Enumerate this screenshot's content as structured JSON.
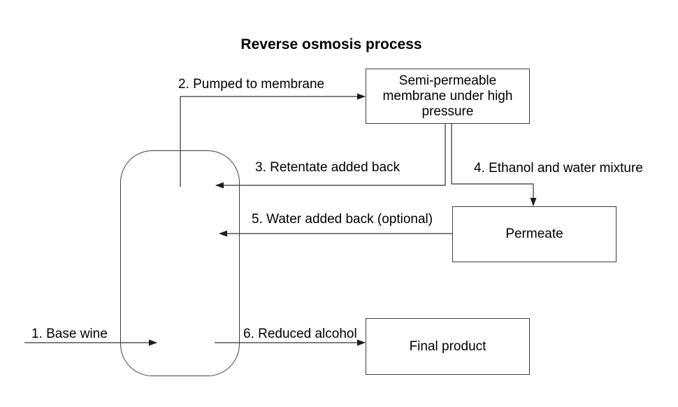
{
  "title": "Reverse osmosis process",
  "nodes": {
    "tank": {
      "label": "",
      "shape": "rounded-rectangle"
    },
    "membrane": {
      "label": "Semi-permeable\nmembrane under high\npressure",
      "shape": "rectangle"
    },
    "permeate": {
      "label": "Permeate",
      "shape": "rectangle"
    },
    "final_product": {
      "label": "Final product",
      "shape": "rectangle"
    }
  },
  "edges": [
    {
      "label": "1. Base wine",
      "from": "outside",
      "to": "tank"
    },
    {
      "label": "2. Pumped to membrane",
      "from": "tank",
      "to": "membrane"
    },
    {
      "label": "3. Retentate added back",
      "from": "membrane",
      "to": "tank"
    },
    {
      "label": "4. Ethanol and water mixture",
      "from": "membrane",
      "to": "permeate"
    },
    {
      "label": "5. Water added back (optional)",
      "from": "permeate",
      "to": "tank"
    },
    {
      "label": "6. Reduced alcohol",
      "from": "tank",
      "to": "final_product"
    }
  ],
  "colors": {
    "line": "#333333",
    "arrowhead": "#1c1c1c",
    "border": "#3d3d3d",
    "text": "#000000",
    "background": "#ffffff"
  }
}
